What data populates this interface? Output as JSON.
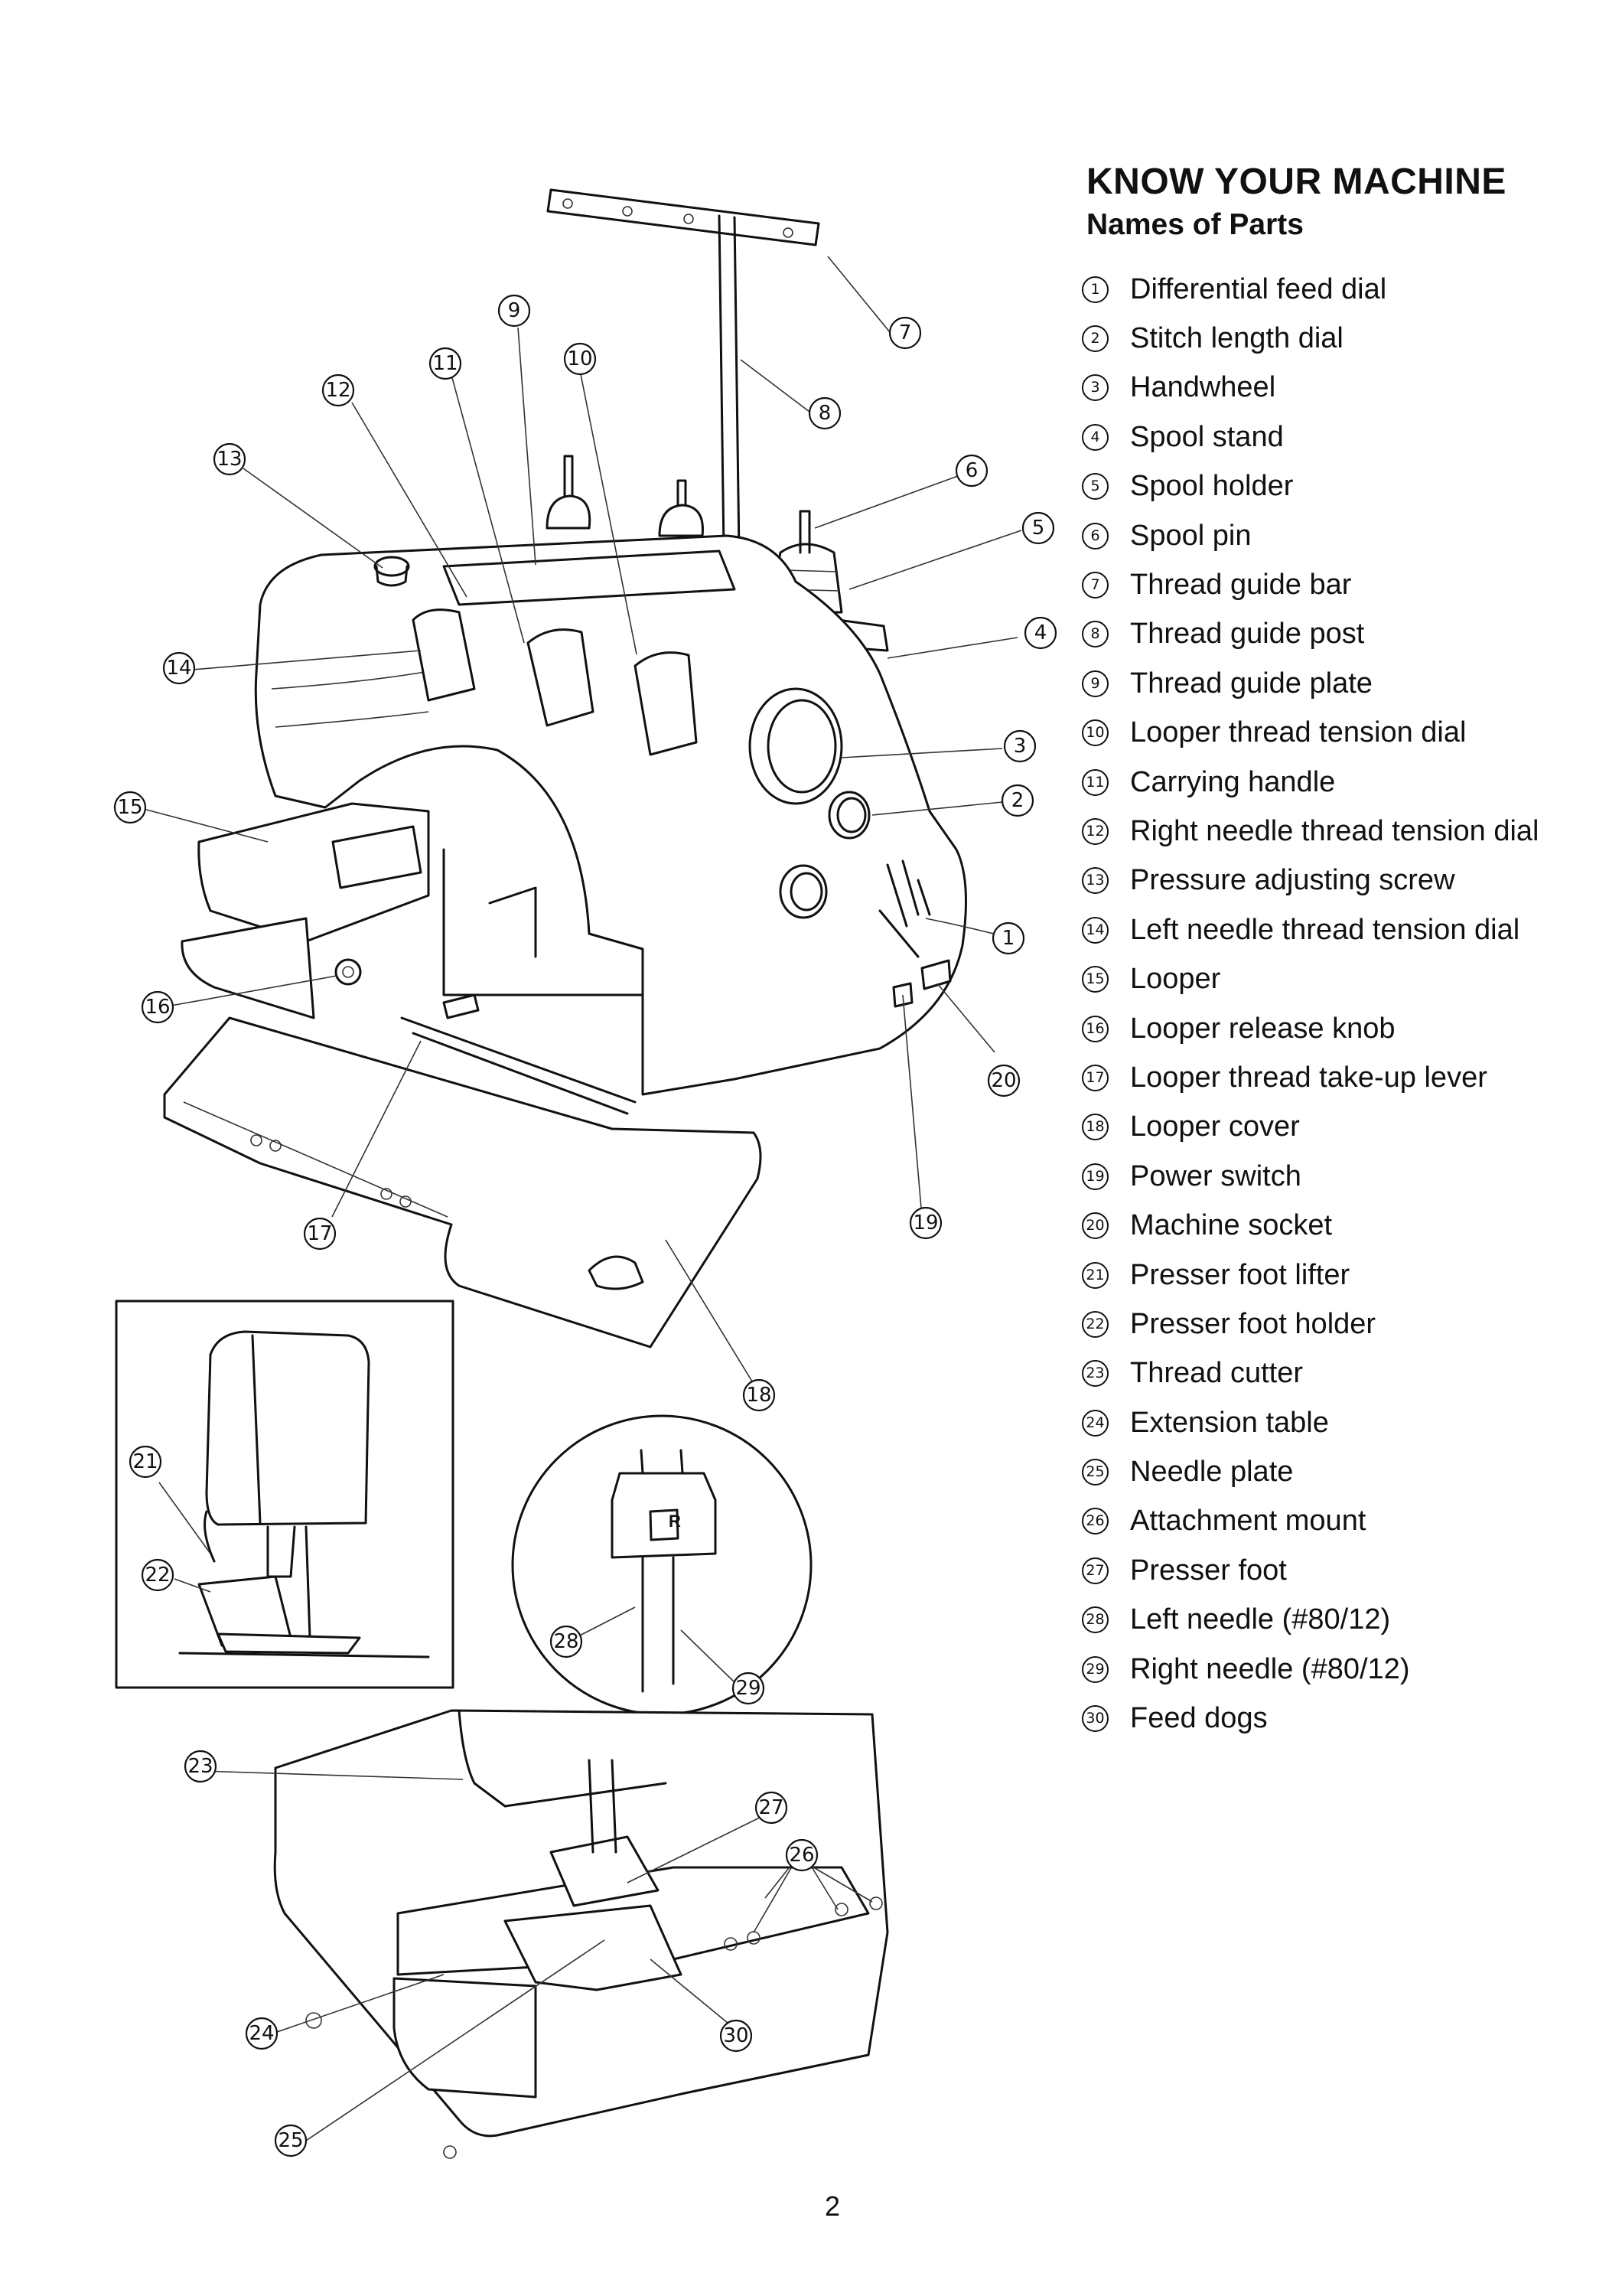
{
  "heading": "KNOW YOUR MACHINE",
  "subheading": "Names of Parts",
  "parts": [
    {
      "num": "1",
      "name": "Differential feed dial"
    },
    {
      "num": "2",
      "name": "Stitch length dial"
    },
    {
      "num": "3",
      "name": "Handwheel"
    },
    {
      "num": "4",
      "name": "Spool stand"
    },
    {
      "num": "5",
      "name": "Spool holder"
    },
    {
      "num": "6",
      "name": "Spool pin"
    },
    {
      "num": "7",
      "name": "Thread guide bar"
    },
    {
      "num": "8",
      "name": "Thread guide post"
    },
    {
      "num": "9",
      "name": "Thread guide plate"
    },
    {
      "num": "10",
      "name": "Looper thread tension dial"
    },
    {
      "num": "11",
      "name": "Carrying handle"
    },
    {
      "num": "12",
      "name": "Right needle thread tension dial"
    },
    {
      "num": "13",
      "name": "Pressure adjusting screw"
    },
    {
      "num": "14",
      "name": "Left needle thread tension dial"
    },
    {
      "num": "15",
      "name": "Looper"
    },
    {
      "num": "16",
      "name": "Looper release knob"
    },
    {
      "num": "17",
      "name": "Looper thread take-up lever"
    },
    {
      "num": "18",
      "name": "Looper cover"
    },
    {
      "num": "19",
      "name": "Power switch"
    },
    {
      "num": "20",
      "name": "Machine socket"
    },
    {
      "num": "21",
      "name": "Presser foot lifter"
    },
    {
      "num": "22",
      "name": "Presser foot holder"
    },
    {
      "num": "23",
      "name": "Thread cutter"
    },
    {
      "num": "24",
      "name": "Extension table"
    },
    {
      "num": "25",
      "name": "Needle plate"
    },
    {
      "num": "26",
      "name": "Attachment mount"
    },
    {
      "num": "27",
      "name": "Presser foot"
    },
    {
      "num": "28",
      "name": "Left needle (#80/12)"
    },
    {
      "num": "29",
      "name": "Right needle (#80/12)"
    },
    {
      "num": "30",
      "name": "Feed dogs"
    }
  ],
  "callouts": [
    "1",
    "2",
    "3",
    "4",
    "5",
    "6",
    "7",
    "8",
    "9",
    "10",
    "11",
    "12",
    "13",
    "14",
    "15",
    "16",
    "17",
    "18",
    "19",
    "20",
    "21",
    "22",
    "23",
    "24",
    "25",
    "26",
    "27",
    "28",
    "29",
    "30"
  ],
  "diagram_inset_label": "R",
  "page_number": "2"
}
